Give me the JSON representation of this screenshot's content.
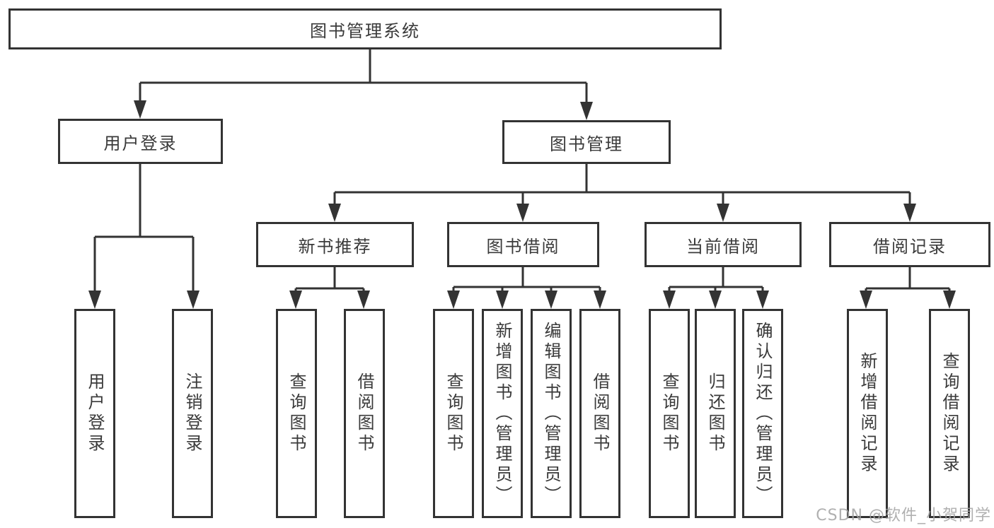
{
  "diagram": {
    "type": "hierarchy-flowchart",
    "title": "图书管理系统",
    "colors": {
      "line": "#333333",
      "text": "#3a3a3a",
      "box_background": "#ffffff",
      "page_background": "#ffffff",
      "watermark": "#a3a3a3"
    },
    "nodes": {
      "root": {
        "label": "图书管理系统"
      },
      "level2": [
        {
          "label": "用户登录",
          "parent": "图书管理系统"
        },
        {
          "label": "图书管理",
          "parent": "图书管理系统"
        }
      ],
      "level3": [
        {
          "label": "新书推荐",
          "parent": "图书管理"
        },
        {
          "label": "图书借阅",
          "parent": "图书管理"
        },
        {
          "label": "当前借阅",
          "parent": "图书管理"
        },
        {
          "label": "借阅记录",
          "parent": "图书管理"
        }
      ],
      "leaves": [
        {
          "label": "用户登录",
          "parent": "用户登录"
        },
        {
          "label": "注销登录",
          "parent": "用户登录"
        },
        {
          "label": "查询图书",
          "parent": "新书推荐"
        },
        {
          "label": "借阅图书",
          "parent": "新书推荐"
        },
        {
          "label": "查询图书",
          "parent": "图书借阅"
        },
        {
          "label": "新增图书（管理员）",
          "parent": "图书借阅"
        },
        {
          "label": "编辑图书（管理员）",
          "parent": "图书借阅"
        },
        {
          "label": "借阅图书",
          "parent": "图书借阅"
        },
        {
          "label": "查询图书",
          "parent": "当前借阅"
        },
        {
          "label": "归还图书",
          "parent": "当前借阅"
        },
        {
          "label": "确认归还（管理员）",
          "parent": "当前借阅"
        },
        {
          "label": "新增借阅记录",
          "parent": "借阅记录"
        },
        {
          "label": "查询借阅记录",
          "parent": "借阅记录"
        }
      ]
    },
    "watermark": "CSDN @软件_小贺同学"
  }
}
